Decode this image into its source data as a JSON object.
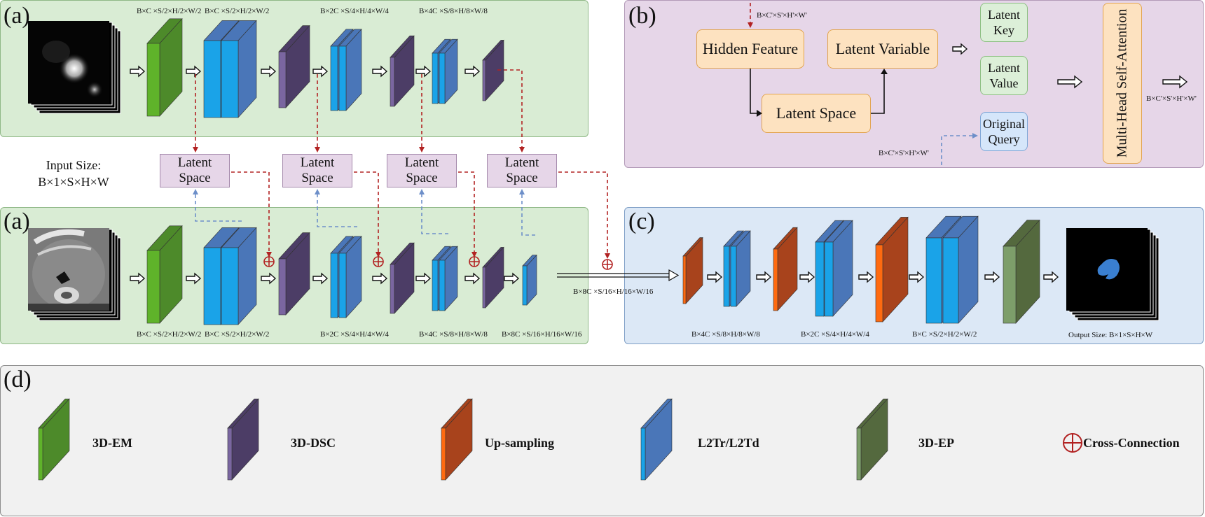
{
  "panels": {
    "encoder_top_label": "(a)",
    "encoder_bottom_label": "(a)",
    "attention_label": "(b)",
    "decoder_label": "(c)",
    "legend_label": "(d)"
  },
  "input": {
    "title": "Input Size:",
    "value": "B×1×S×H×W"
  },
  "output": {
    "text": "Output Size: B×1×S×H×W"
  },
  "latent_space_boxes": [
    "Latent Space",
    "Latent Space",
    "Latent Space",
    "Latent Space"
  ],
  "top_sizes": [
    "B×C ×S/2×H/2×W/2",
    "B×C ×S/2×H/2×W/2",
    "B×2C ×S/4×H/4×W/4",
    "B×4C ×S/8×H/8×W/8"
  ],
  "bottom_sizes": [
    "B×C ×S/2×H/2×W/2",
    "B×C ×S/2×H/2×W/2",
    "B×2C ×S/4×H/4×W/4",
    "B×4C ×S/8×H/8×W/8",
    "B×8C ×S/16×H/16×W/16"
  ],
  "bridge_size": "B×8C ×S/16×H/16×W/16",
  "decoder_sizes": [
    "B×4C ×S/8×H/8×W/8",
    "B×2C ×S/4×H/4×W/4",
    "B×C ×S/2×H/2×W/2"
  ],
  "attention": {
    "hidden_feature": "Hidden Feature",
    "latent_variable": "Latent Variable",
    "latent_space": "Latent Space",
    "latent_key": "Latent Key",
    "latent_value": "Latent Value",
    "original_query": "Original Query",
    "mhsa": "Multi-Head Self-Attention",
    "size_in": "B×C'×S'×H'×W'",
    "size_query": "B×C'×S'×H'×W'",
    "size_out": "B×C'×S'×H'×W'"
  },
  "legend": [
    {
      "label": "3D-EM",
      "color": "#5b8c2a",
      "icon": "3d-em-block-icon"
    },
    {
      "label": "3D-DSC",
      "color": "#5a4874",
      "icon": "3d-dsc-block-icon"
    },
    {
      "label": "Up-sampling",
      "color": "#a5461f",
      "icon": "up-sampling-block-icon"
    },
    {
      "label": "L2Tr/L2Td",
      "color": "#4a77b8",
      "icon": "l2tr-block-icon"
    },
    {
      "label": "3D-EP",
      "color": "#586e48",
      "icon": "3d-ep-block-icon"
    },
    {
      "label": "Cross-Connection",
      "color": "#a52a2a",
      "icon": "cross-connection-icon"
    }
  ],
  "colors": {
    "em_front": "#5fb32a",
    "em_side": "#4d8a2a",
    "dsc_front": "#7a66a0",
    "dsc_side": "#4c3d66",
    "l2_front": "#1aa3e8",
    "l2_side": "#4a76b8",
    "up_front": "#ff6a10",
    "up_side": "#a8431c",
    "ep_front": "#7d9e6a",
    "ep_side": "#54693e",
    "red_dash": "#b22222",
    "blue_dash": "#6d8fc9"
  }
}
